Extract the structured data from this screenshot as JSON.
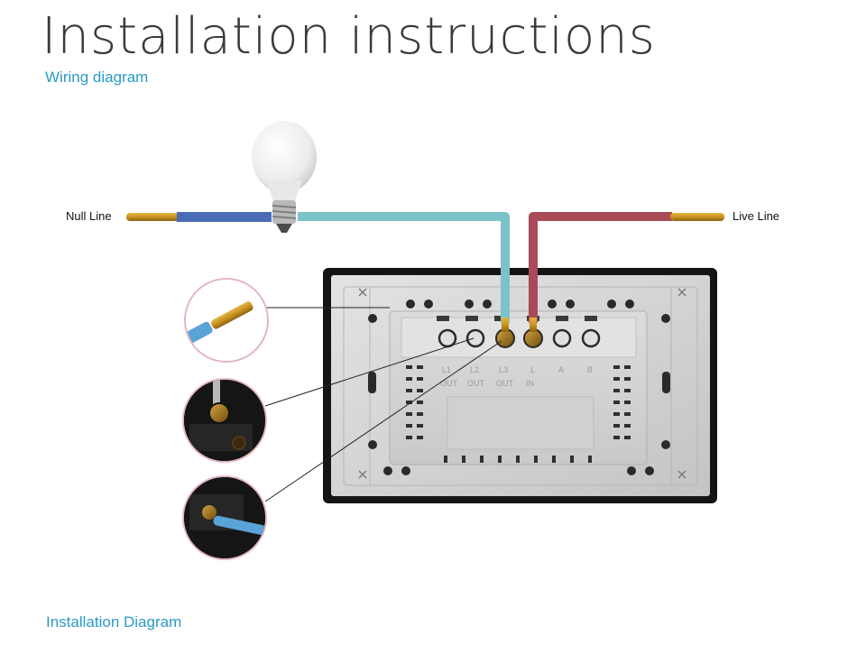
{
  "header": {
    "title": "Installation instructions",
    "subtitle": "Wiring diagram"
  },
  "wires": {
    "null_label": "Null Line",
    "live_label": "Live Line"
  },
  "switch": {
    "terminals_top": [
      "L1",
      "L2",
      "L3",
      "L",
      "A",
      "B"
    ],
    "terminals_bottom": [
      "OUT",
      "OUT",
      "OUT",
      "IN"
    ]
  },
  "footer": {
    "caption": "Installation Diagram"
  },
  "colors": {
    "accent_text": "#2a9ac8",
    "null_wire": "#4a6bb5",
    "switched_wire": "#7ac3c9",
    "live_wire": "#a84a57",
    "copper": "#c8931f"
  }
}
